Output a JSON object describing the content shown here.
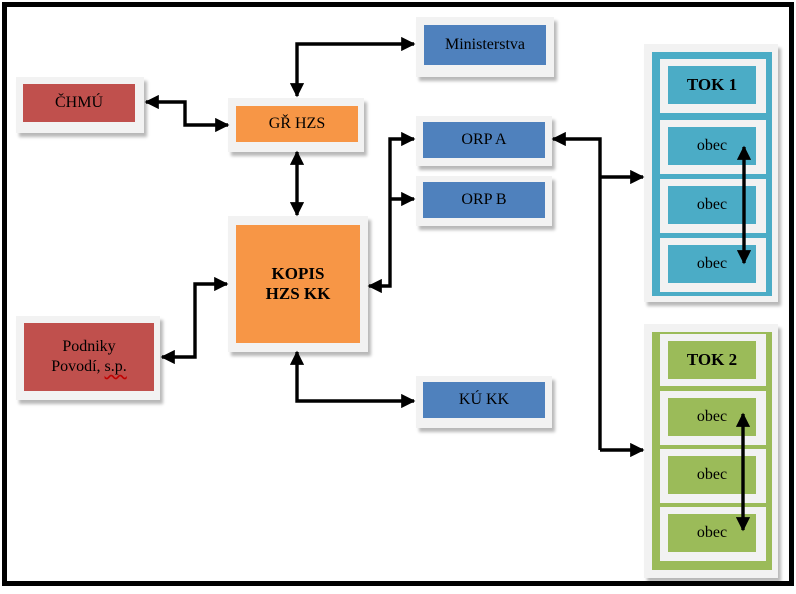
{
  "nodes": {
    "ministerstva": "Ministerstva",
    "chmu": "ČHMÚ",
    "gr_hzs": "GŘ HZS",
    "kopis_line1": "KOPIS",
    "kopis_line2": "HZS KK",
    "podniky_line1": "Podniky",
    "podniky_line2a": "Povodí, ",
    "podniky_line2b": "s.p.",
    "orp_a": "ORP A",
    "orp_b": "ORP B",
    "ku_kk": "KÚ KK"
  },
  "tok1": {
    "title": "TOK 1",
    "items": [
      "obec",
      "obec",
      "obec"
    ]
  },
  "tok2": {
    "title": "TOK 2",
    "items": [
      "obec",
      "obec",
      "obec"
    ]
  },
  "colors": {
    "blue": "#4f81bd",
    "red": "#c0504d",
    "orange": "#f79646",
    "teal": "#4bacc6",
    "green": "#9bbb59",
    "frame": "#000000"
  }
}
